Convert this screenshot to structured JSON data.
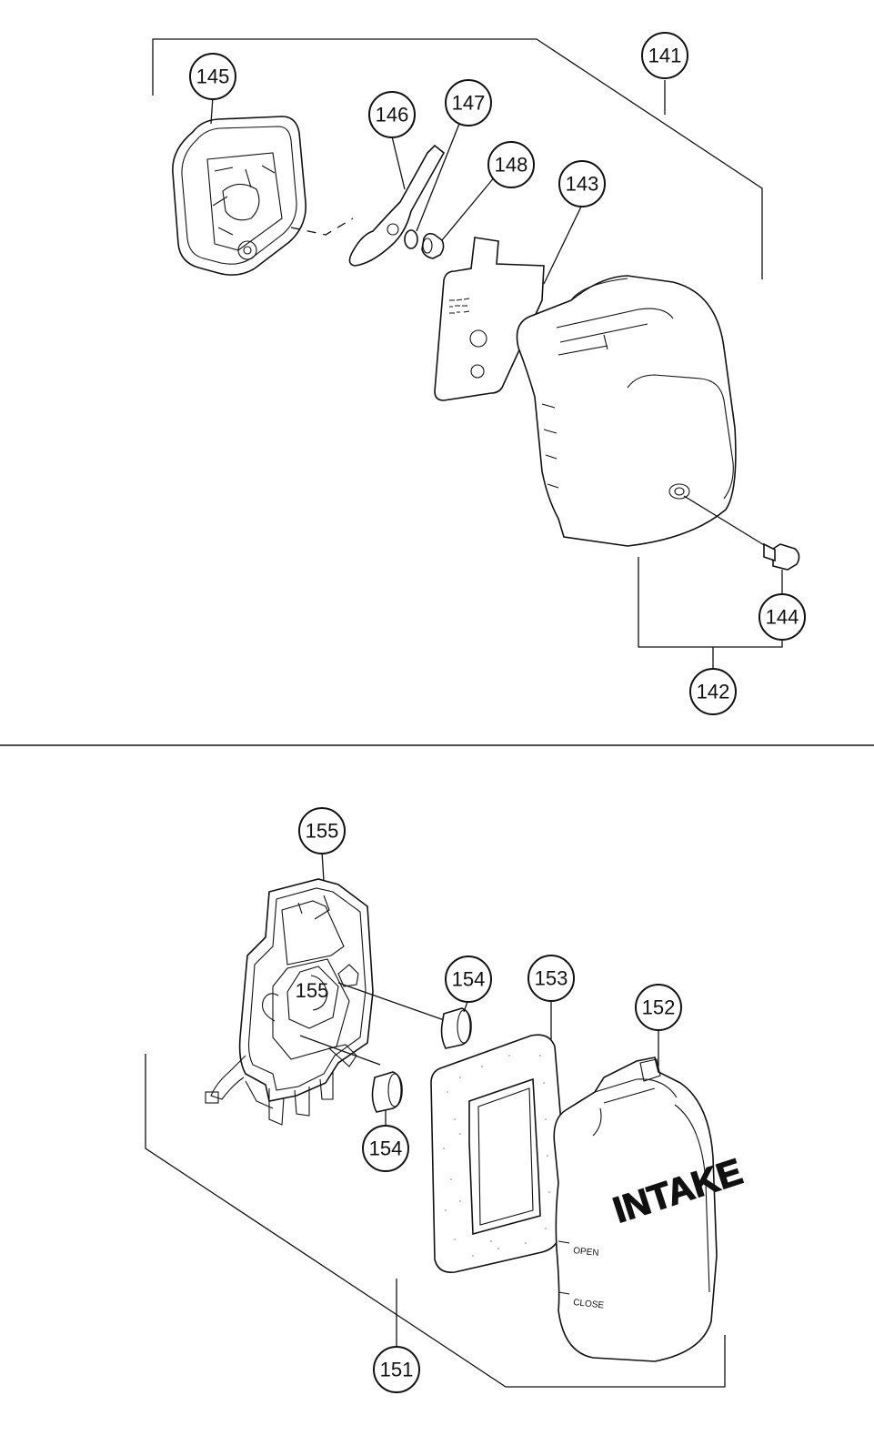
{
  "diagram": {
    "upper_assembly": {
      "callouts": {
        "c141": "141",
        "c142": "142",
        "c143": "143",
        "c144": "144",
        "c145": "145",
        "c146": "146",
        "c147": "147",
        "c148": "148"
      }
    },
    "lower_assembly": {
      "callouts": {
        "c151": "151",
        "c152": "152",
        "c153": "153",
        "c154a": "154",
        "c154b": "154",
        "c155": "155"
      },
      "inner_label": "155",
      "cover_text": {
        "intake": "INTAKE",
        "open": "OPEN",
        "close": "CLOSE"
      }
    }
  }
}
